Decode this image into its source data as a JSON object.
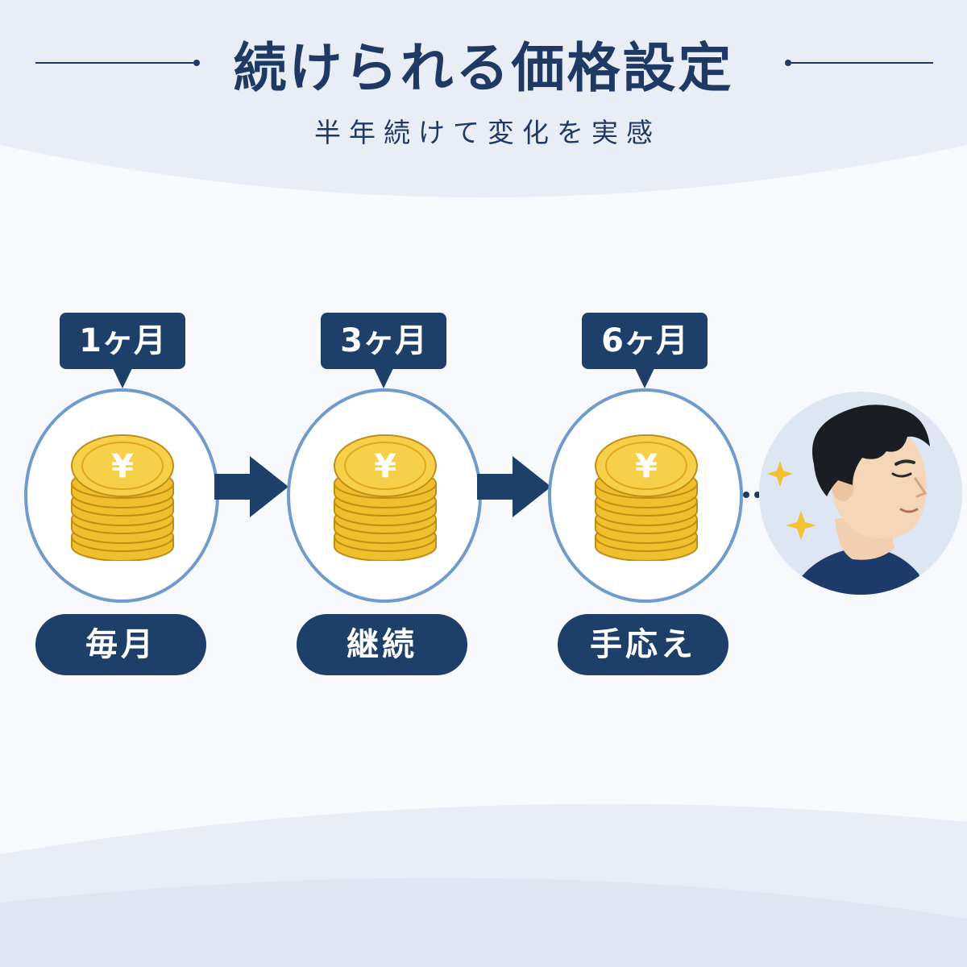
{
  "header": {
    "title": "続けられる価格設定",
    "subtitle": "半年続けて変化を実感"
  },
  "stages": [
    {
      "period": "1ヶ月",
      "label": "毎月",
      "icon": "yen-coin-stack-icon"
    },
    {
      "period": "3ヶ月",
      "label": "継続",
      "icon": "yen-coin-stack-icon"
    },
    {
      "period": "6ヶ月",
      "label": "手応え",
      "icon": "yen-coin-stack-icon"
    }
  ],
  "coin_symbol": "¥",
  "result_icon": "satisfied-man-icon",
  "colors": {
    "navy": "#1e3f6a",
    "circle_border": "#6f9bcd",
    "coin_gold": "#f2c232",
    "sparkle": "#f2c232"
  }
}
